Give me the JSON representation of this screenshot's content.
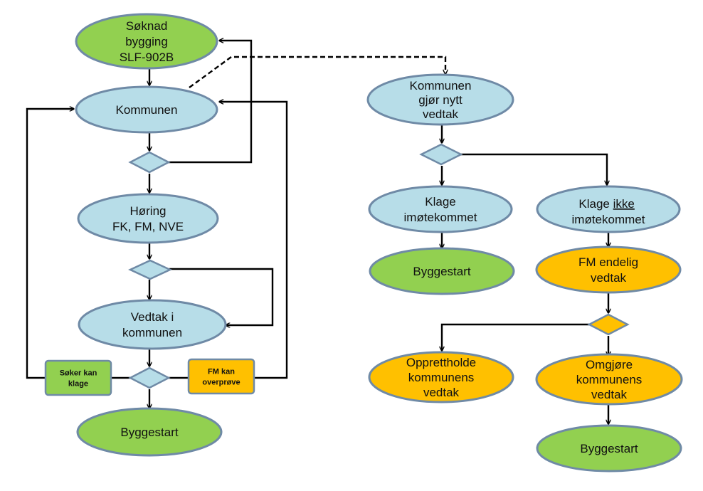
{
  "colors": {
    "green": "#92d050",
    "blue": "#b7dde8",
    "orange": "#ffc000",
    "stroke": "#6f8aa6",
    "line": "#000000"
  },
  "left": {
    "soknad": [
      "Søknad",
      "bygging",
      "SLF-902B"
    ],
    "kommunen": [
      "Kommunen"
    ],
    "horing": [
      "Høring",
      "FK, FM, NVE"
    ],
    "vedtak": [
      "Vedtak i",
      "kommunen"
    ],
    "byggestart": [
      "Byggestart"
    ],
    "soker_kan_klage": [
      "Søker kan",
      "klage"
    ],
    "fm_kan_overprove": [
      "FM kan",
      "overprøve"
    ]
  },
  "right": {
    "nytt_vedtak": [
      "Kommunen",
      "gjør nytt",
      "vedtak"
    ],
    "klage_imotekommet": [
      "Klage",
      "imøtekommet"
    ],
    "klage_ikke": {
      "line1_prefix": "Klage ",
      "line1_underlined": "ikke",
      "line2": "imøtekommet"
    },
    "byggestart_1": [
      "Byggestart"
    ],
    "fm_endelig": [
      "FM endelig",
      "vedtak"
    ],
    "opprettholde": [
      "Opprettholde",
      "kommunens",
      "vedtak"
    ],
    "omgjore": [
      "Omgjøre",
      "kommunens",
      "vedtak"
    ],
    "byggestart_2": [
      "Byggestart"
    ]
  }
}
